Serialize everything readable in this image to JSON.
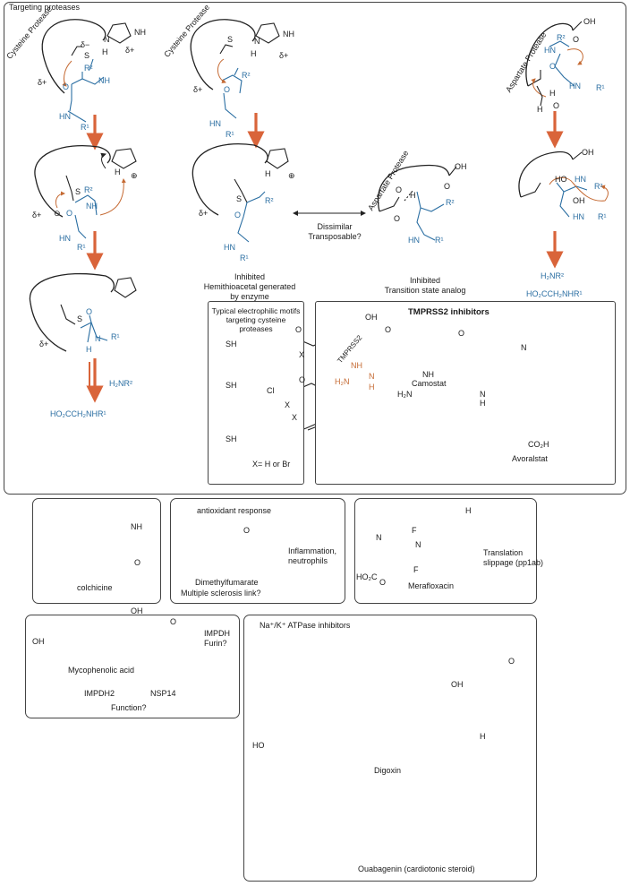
{
  "main_panel": {
    "title": "Targeting proteases",
    "col1": {
      "label": "Cysteine Protease",
      "delta_minus": "δ−",
      "delta_plus_1": "δ+",
      "delta_plus_2": "δ+",
      "s_atom": "S",
      "h_atom": "H",
      "nh_top": "NH",
      "n_ring": "N",
      "r2": "R²",
      "nh": "NH",
      "o": "O",
      "hn": "HN",
      "r1": "R¹",
      "step2_s": "S",
      "step2_r2": "R²",
      "step2_nh": "NH",
      "step2_hn": "HN",
      "step2_r1": "R¹",
      "step2_delta": "δ+",
      "step2_o": "O",
      "step2_minus": "⊖",
      "step2_plus": "⊕",
      "step2_h": "H",
      "step3_s": "S",
      "step3_o": "O",
      "step3_n": "N",
      "step3_h": "H",
      "step3_r1": "R¹",
      "step3_delta": "δ+",
      "product1": "H₂NR²",
      "product2": "HO₂CCH₂NHR¹"
    },
    "col2": {
      "label": "Cysteine Protease",
      "delta_plus": "δ+",
      "s_minus": "S",
      "h_atom": "H",
      "nh": "NH",
      "n": "N",
      "delta_plus_2": "δ+",
      "r2": "R²",
      "o": "O",
      "hn": "HN",
      "r1": "R¹",
      "step2_s": "S",
      "step2_o": "O",
      "step2_r2": "R²",
      "step2_hn": "HN",
      "step2_r1": "R¹",
      "step2_delta": "δ+",
      "step2_plus": "⊕",
      "step2_h": "H",
      "caption": "Inhibited\nHemithioacetal generated\nby enzyme"
    },
    "middle": {
      "label": "Dissimilar\nTransposable?",
      "asp_label": "Aspartate Protease",
      "oh": "OH",
      "o1": "O",
      "o2": "O",
      "o3": "O",
      "h": "H",
      "r2": "R²",
      "hn": "HN",
      "r1": "R¹",
      "caption": "Inhibited\nTransition state analog"
    },
    "col4": {
      "label": "Aspartate Protease",
      "oh": "OH",
      "o": "O",
      "hn": "HN",
      "r2": "R²",
      "o_carbonyl": "O",
      "h": "H",
      "o_water": "O",
      "h2": "H",
      "hn2": "HN",
      "r1": "R¹",
      "step2_oh": "OH",
      "step2_ho": "HO",
      "step2_hn": "HN",
      "step2_r2": "R²",
      "step2_oh2": "OH",
      "step2_hn2": "HN",
      "step2_r1": "R¹",
      "product1": "H₂NR²",
      "product2": "HO₂CCH₂NHR¹"
    },
    "motifs": {
      "title": "Typical electrophilic motifs\ntargeting cysteine proteases",
      "sh1": "SH",
      "sh2": "SH",
      "sh3": "SH",
      "x1": "X",
      "x2": "X",
      "x3": "X",
      "o1": "O",
      "o2": "O",
      "cl": "Cl",
      "xnote": "X= H or Br"
    },
    "tmprss2": {
      "title": "TMPRSS2 inhibitors",
      "enzyme": "TMPRSS2",
      "oh": "OH",
      "nh": "NH",
      "h2n": "H₂N",
      "h": "H",
      "n": "N",
      "camostat": "Camostat",
      "nh2": "NH",
      "h2n2": "H₂N",
      "avoralstat": "Avoralstat",
      "co2h": "CO₂H",
      "n2": "N",
      "h2": "H",
      "o_1": "O",
      "o_2": "O",
      "n3": "N"
    }
  },
  "colchicine": {
    "label": "colchicine",
    "nh": "NH",
    "o": "O"
  },
  "dmf": {
    "top_label": "antioxidant response",
    "name": "Dimethylfumarate",
    "sub": "Multiple sclerosis link?",
    "target": "Inflammation,\nneutrophils",
    "o": "O"
  },
  "merafloxacin": {
    "name": "Merafloxacin",
    "target": "Translation\nslippage (pp1ab)",
    "f1": "F",
    "f2": "F",
    "n1": "N",
    "n2": "N",
    "h": "H",
    "ho2c": "HO₂C",
    "o": "O"
  },
  "mpa": {
    "name": "Mycophenolic acid",
    "oh": "OH",
    "ho": "OH",
    "o": "O",
    "target": "IMPDH\nFurin?",
    "relation_left": "IMPDH2",
    "relation_right": "NSP14",
    "relation_sub": "Function?"
  },
  "nak": {
    "title": "Na⁺/K⁺ ATPase inhibitors",
    "digoxin": "Digoxin",
    "ouabagenin": "Ouabagenin (cardiotonic steroid)",
    "ho": "HO",
    "oh": "OH",
    "o": "O",
    "h": "H"
  },
  "colors": {
    "arrow": "#d9643a",
    "blue": "#2a6ea2",
    "orange": "#c56a33"
  }
}
